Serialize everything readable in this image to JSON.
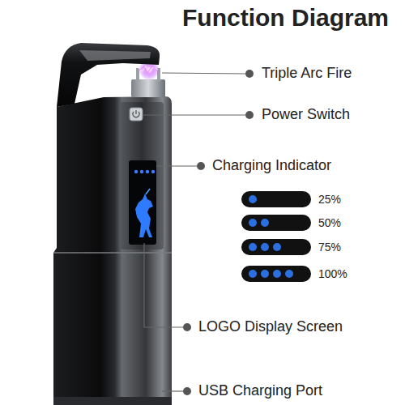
{
  "diagram": {
    "title": "Function Diagram",
    "labels": [
      "Triple Arc Fire",
      "Power Switch",
      "Charging Indicator",
      "25%",
      "50%",
      "75%",
      "100%",
      "LOGO Display Screen",
      "USB Charging Port"
    ]
  }
}
